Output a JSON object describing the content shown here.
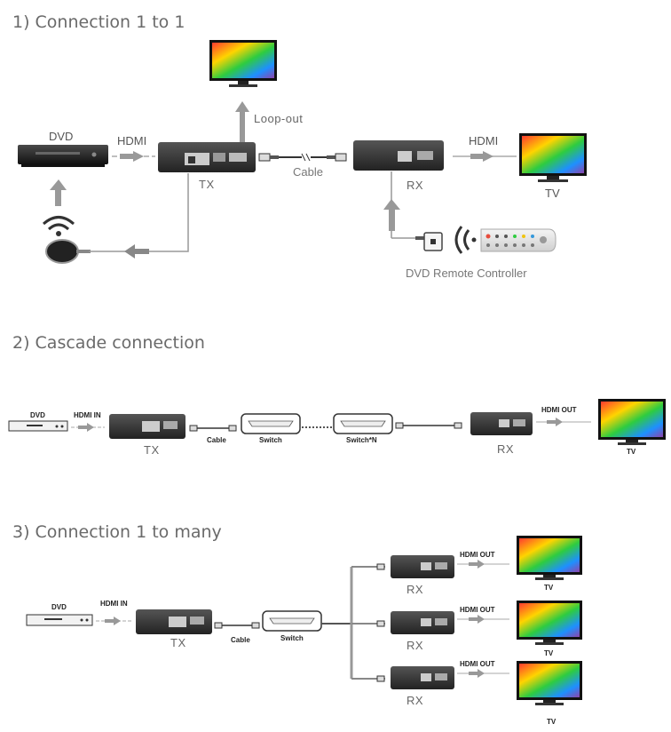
{
  "sections": [
    {
      "title": "1) Connection 1 to 1"
    },
    {
      "title": "2) Cascade connection"
    },
    {
      "title": "3) Connection 1 to many"
    }
  ],
  "s1": {
    "dvd": "DVD",
    "hdmi_in": "HDMI",
    "tx": "TX",
    "loop_out": "Loop-out",
    "cable": "Cable",
    "rx": "RX",
    "hdmi_out": "HDMI",
    "tv": "TV",
    "remote": "DVD  Remote Controller"
  },
  "s2": {
    "dvd": "DVD",
    "hdmi_in": "HDMI IN",
    "tx": "TX",
    "cable": "Cable",
    "switch1": "Switch",
    "switch2": "Switch*N",
    "rx": "RX",
    "hdmi_out": "HDMI OUT",
    "tv": "TV"
  },
  "s3": {
    "dvd": "DVD",
    "hdmi_in": "HDMI IN",
    "tx": "TX",
    "cable": "Cable",
    "switch": "Switch",
    "rx1": "RX",
    "rx2": "RX",
    "rx3": "RX",
    "hdmi_out1": "HDMI OUT",
    "hdmi_out2": "HDMI OUT",
    "hdmi_out3": "HDMI OUT",
    "tv1": "TV",
    "tv2": "TV",
    "tv3": "TV"
  },
  "colors": {
    "device": "#3a3a3a",
    "arrow": "#9a9a9a",
    "line": "#8a8a8a"
  }
}
